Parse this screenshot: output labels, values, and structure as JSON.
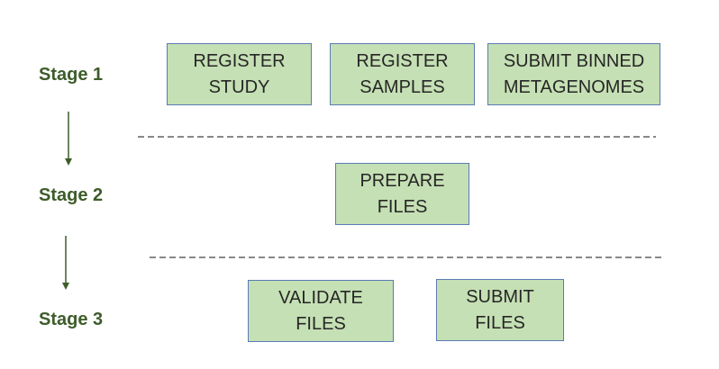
{
  "stages": [
    {
      "label": "Stage 1",
      "boxes": [
        "REGISTER\nSTUDY",
        "REGISTER\nSAMPLES",
        "SUBMIT BINNED\nMETAGENOMES"
      ]
    },
    {
      "label": "Stage 2",
      "boxes": [
        "PREPARE\nFILES"
      ]
    },
    {
      "label": "Stage 3",
      "boxes": [
        "VALIDATE\nFILES",
        "SUBMIT\nFILES"
      ]
    }
  ],
  "colors": {
    "stage_label": "#3d5c2a",
    "box_fill": "#c5e0b4",
    "box_border": "#5a7bb5",
    "arrow": "#3d5c2a",
    "divider": "#404040"
  }
}
